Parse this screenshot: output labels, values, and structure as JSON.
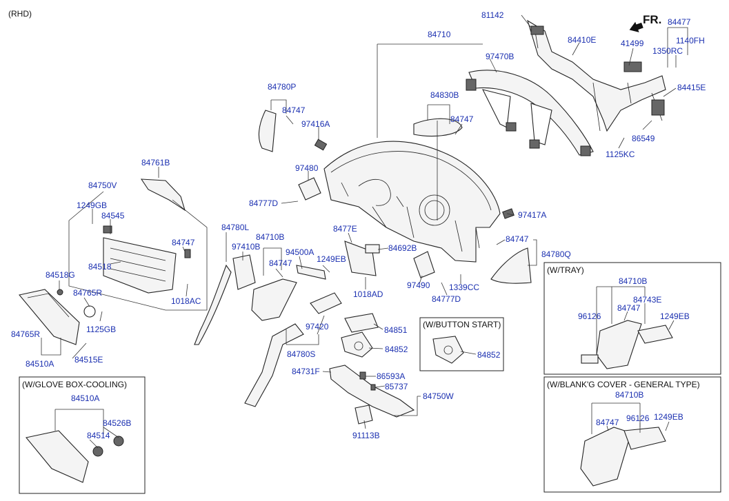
{
  "diagram": {
    "variant": "(RHD)",
    "direction_label": "FR.",
    "insets": {
      "glove_box_cooling": "(W/GLOVE BOX-COOLING)",
      "button_start": "(W/BUTTON START)",
      "tray": "(W/TRAY)",
      "blanking_cover": "(W/BLANK'G COVER - GENERAL TYPE)"
    },
    "labels": {
      "p81142": "81142",
      "p84710_top": "84710",
      "p84410E": "84410E",
      "p84477": "84477",
      "p41499": "41499",
      "p1140FH": "1140FH",
      "p1350RC": "1350RC",
      "p97470B": "97470B",
      "p84415E": "84415E",
      "p84780P": "84780P",
      "p84747_a": "84747",
      "p97416A": "97416A",
      "p84830B": "84830B",
      "p84747_b": "84747",
      "p86549": "86549",
      "p1125KC": "1125KC",
      "p84761B": "84761B",
      "p97480": "97480",
      "p84750V": "84750V",
      "p84777D_a": "84777D",
      "p97417A": "97417A",
      "p1249GB": "1249GB",
      "p84545": "84545",
      "p84747_c": "84747",
      "p84518": "84518",
      "p1018AC": "1018AC",
      "p84780L": "84780L",
      "p97410B": "97410B",
      "p84710B_main": "84710B",
      "p84747_d": "84747",
      "p8477E": "8477E",
      "p84692B": "84692B",
      "p94500A": "94500A",
      "p1249EB_main": "1249EB",
      "p84747_e": "84747",
      "p84780Q": "84780Q",
      "p84518G": "84518G",
      "p84765R_a": "84765R",
      "p1018AD": "1018AD",
      "p97490": "97490",
      "p1339CC": "1339CC",
      "p84777D_b": "84777D",
      "p1125GB": "1125GB",
      "p97420": "97420",
      "p84851": "84851",
      "p84765R_b": "84765R",
      "p84852_main": "84852",
      "p84510A_main": "84510A",
      "p84515E": "84515E",
      "p84780S": "84780S",
      "p84731F": "84731F",
      "p86593A": "86593A",
      "p85737": "85737",
      "p84750W": "84750W",
      "p91113B": "91113B",
      "p84852_inset": "84852",
      "p84510A_inset": "84510A",
      "p84526B": "84526B",
      "p84514": "84514",
      "tray_84710B": "84710B",
      "tray_96126": "96126",
      "tray_84743E": "84743E",
      "tray_84747": "84747",
      "tray_1249EB": "1249EB",
      "blank_84710B": "84710B",
      "blank_84747": "84747",
      "blank_96126": "96126",
      "blank_1249EB": "1249EB"
    }
  }
}
